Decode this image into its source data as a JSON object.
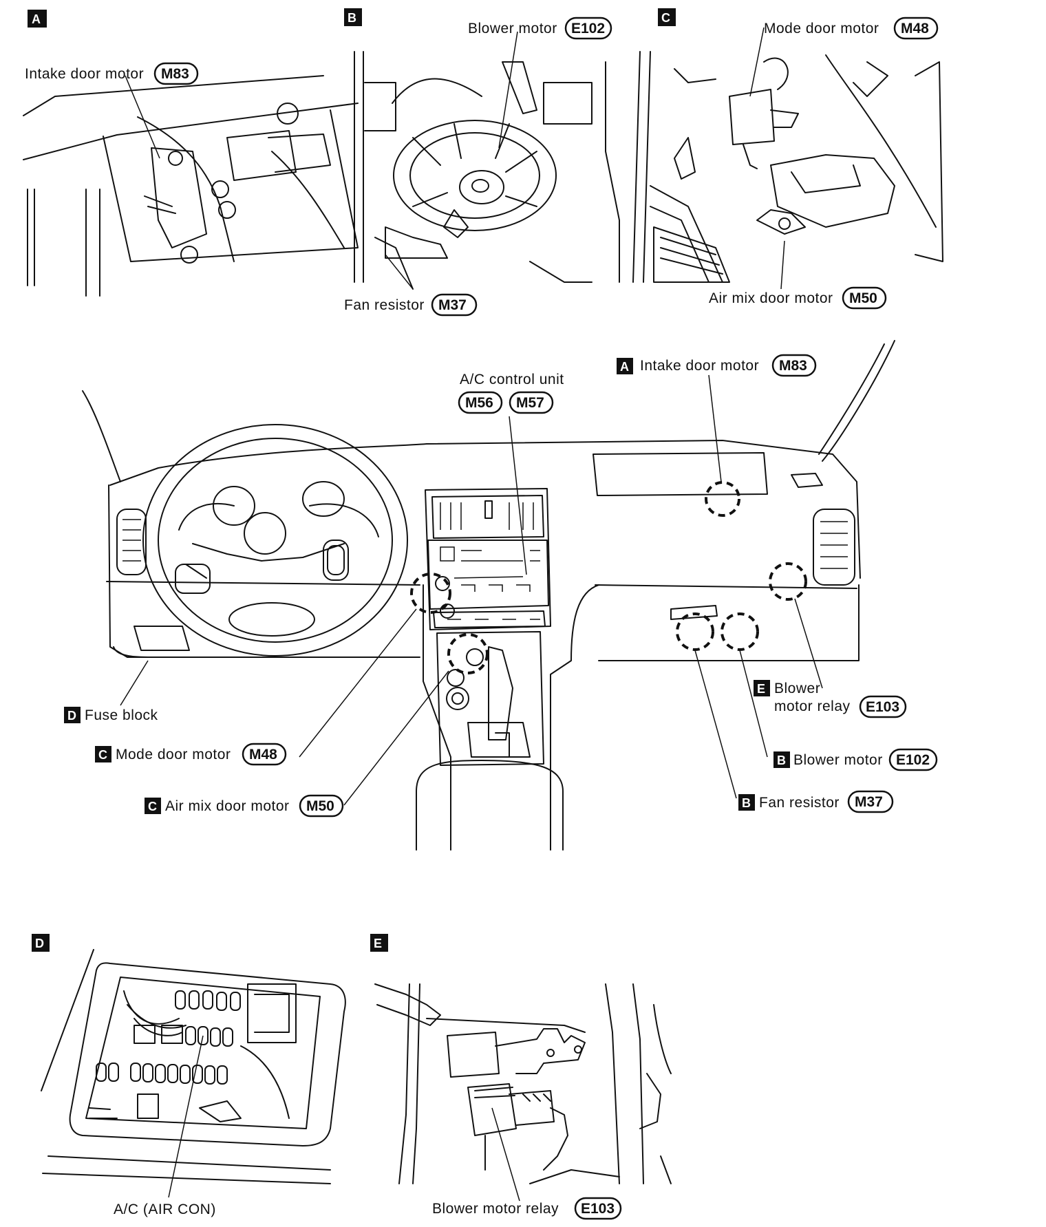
{
  "panels": {
    "A": {
      "letter": "A",
      "label": "Intake door motor",
      "code": "M83"
    },
    "B": {
      "letter": "B",
      "blower_label": "Blower motor",
      "blower_code": "E102",
      "fan_label": "Fan resistor",
      "fan_code": "M37"
    },
    "C": {
      "letter": "C",
      "mode_label": "Mode door motor",
      "mode_code": "M48",
      "airmix_label": "Air mix door motor",
      "airmix_code": "M50"
    },
    "D": {
      "letter": "D",
      "label": "A/C (AIR CON)"
    },
    "E": {
      "letter": "E",
      "label": "Blower motor relay",
      "code": "E103"
    }
  },
  "main": {
    "ac_control_unit": "A/C control unit",
    "ac_codes": [
      "M56",
      "M57"
    ],
    "intake": {
      "letter": "A",
      "label": "Intake door motor",
      "code": "M83"
    },
    "fuse": {
      "letter": "D",
      "label": "Fuse block"
    },
    "mode": {
      "letter": "C",
      "label": "Mode door motor",
      "code": "M48"
    },
    "airmix": {
      "letter": "C",
      "label": "Air mix door motor",
      "code": "M50"
    },
    "relay": {
      "letter": "E",
      "label_line1": "Blower",
      "label_line2": "motor relay",
      "code": "E103"
    },
    "blower": {
      "letter": "B",
      "label": "Blower motor",
      "code": "E102"
    },
    "fan": {
      "letter": "B",
      "label": "Fan resistor",
      "code": "M37"
    }
  }
}
